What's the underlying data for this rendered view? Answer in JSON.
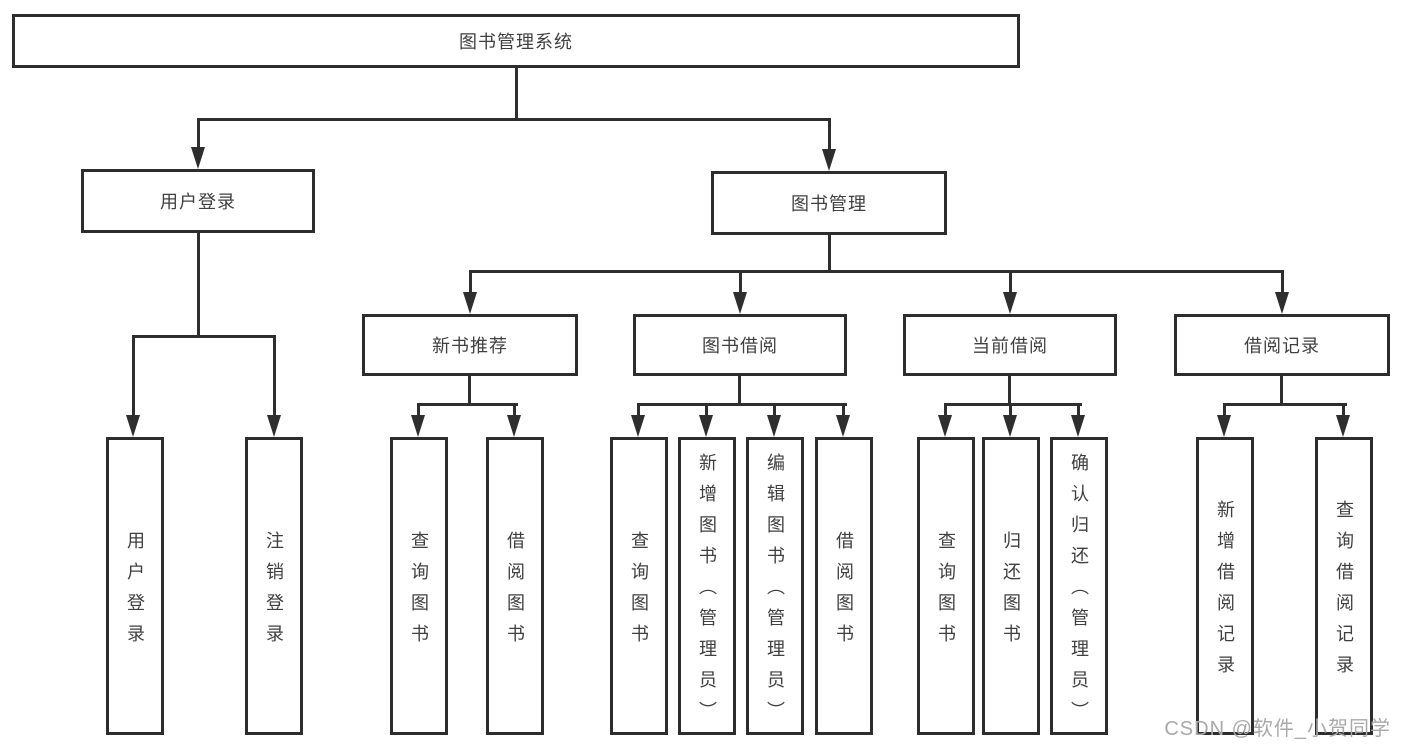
{
  "tree": {
    "label": "图书管理系统",
    "children": [
      {
        "label": "用户登录",
        "children": [
          {
            "label": "用户登录"
          },
          {
            "label": "注销登录"
          }
        ]
      },
      {
        "label": "图书管理",
        "children": [
          {
            "label": "新书推荐",
            "children": [
              {
                "label": "查询图书"
              },
              {
                "label": "借阅图书"
              }
            ]
          },
          {
            "label": "图书借阅",
            "children": [
              {
                "label": "查询图书"
              },
              {
                "label": "新增图书（管理员）"
              },
              {
                "label": "编辑图书（管理员）"
              },
              {
                "label": "借阅图书"
              }
            ]
          },
          {
            "label": "当前借阅",
            "children": [
              {
                "label": "查询图书"
              },
              {
                "label": "归还图书"
              },
              {
                "label": "确认归还（管理员）"
              }
            ]
          },
          {
            "label": "借阅记录",
            "children": [
              {
                "label": "新增借阅记录"
              },
              {
                "label": "查询借阅记录"
              }
            ]
          }
        ]
      }
    ]
  },
  "watermark": "CSDN @软件_小贺同学",
  "colors": {
    "line": "#2e2e2e",
    "box_border": "#2d2d2d",
    "text": "#3f3f3f",
    "watermark": "#a9a9a9",
    "background": "#ffffff"
  }
}
